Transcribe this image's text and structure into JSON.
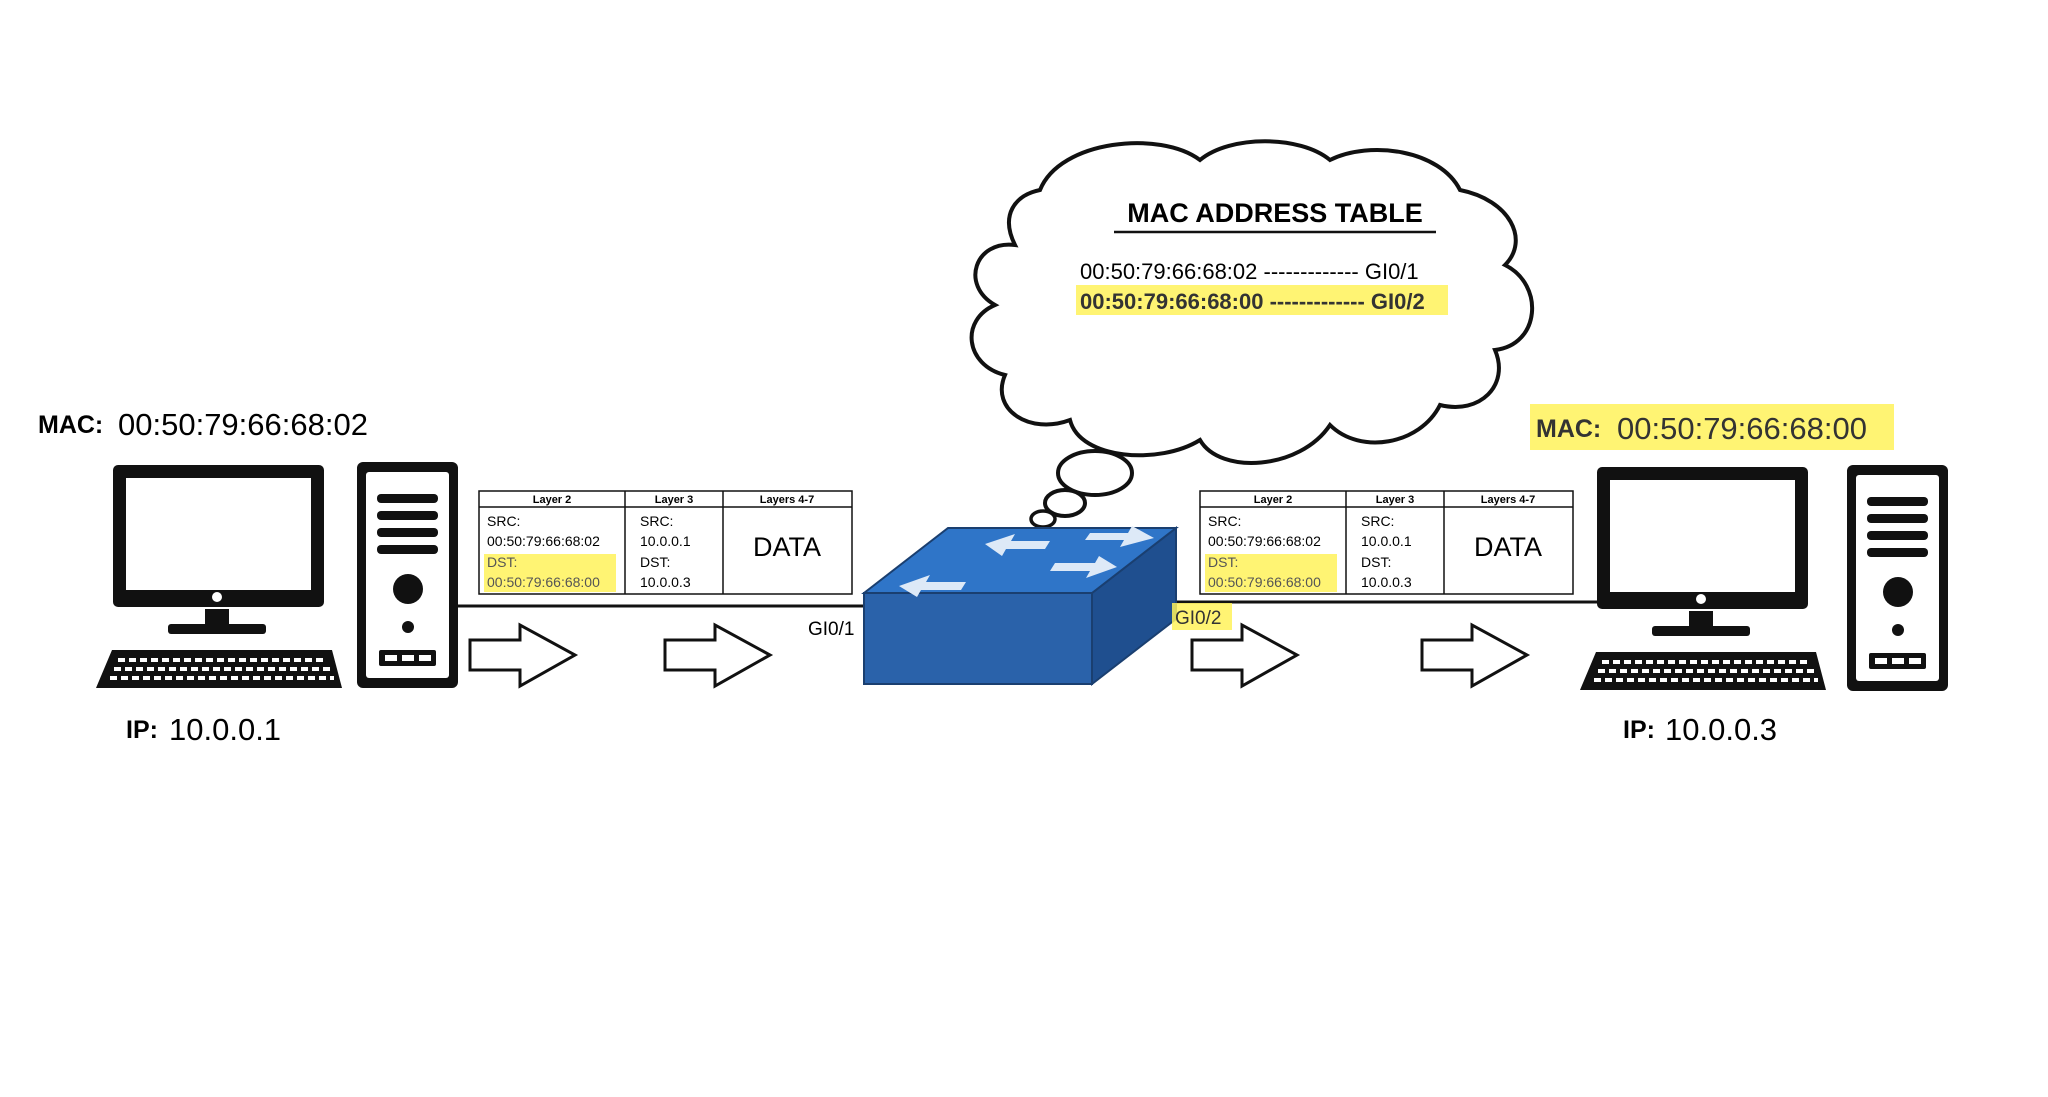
{
  "left_host": {
    "mac_label": "MAC:",
    "mac_value": "00:50:79:66:68:02",
    "ip_label": "IP:",
    "ip_value": "10.0.0.1"
  },
  "right_host": {
    "mac_label": "MAC:",
    "mac_value": "00:50:79:66:68:00",
    "ip_label": "IP:",
    "ip_value": "10.0.0.3"
  },
  "switch": {
    "port_left": "GI0/1",
    "port_right": "GI0/2"
  },
  "mac_table": {
    "title": "MAC ADDRESS TABLE",
    "row1": "00:50:79:66:68:02 ------------- GI0/1",
    "row2": "00:50:79:66:68:00 ------------- GI0/2"
  },
  "frame_left": {
    "h_l2": "Layer 2",
    "h_l3": "Layer 3",
    "h_l47": "Layers 4-7",
    "l2_src_label": "SRC:",
    "l2_src": "00:50:79:66:68:02",
    "l2_dst_label": "DST:",
    "l2_dst": "00:50:79:66:68:00",
    "l3_src_label": "SRC:",
    "l3_src": "10.0.0.1",
    "l3_dst_label": "DST:",
    "l3_dst": "10.0.0.3",
    "data": "DATA"
  },
  "frame_right": {
    "h_l2": "Layer 2",
    "h_l3": "Layer 3",
    "h_l47": "Layers 4-7",
    "l2_src_label": "SRC:",
    "l2_src": "00:50:79:66:68:02",
    "l2_dst_label": "DST:",
    "l2_dst": "00:50:79:66:68:00",
    "l3_src_label": "SRC:",
    "l3_src": "10.0.0.1",
    "l3_dst_label": "DST:",
    "l3_dst": "10.0.0.3",
    "data": "DATA"
  },
  "colors": {
    "highlight": "#fff25a",
    "switch_top": "#2f75c8",
    "switch_front": "#2a62aa",
    "switch_side": "#1f4f8f"
  }
}
